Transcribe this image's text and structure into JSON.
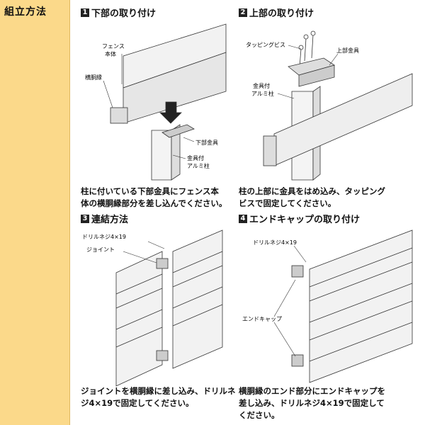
{
  "sidebar": {
    "title": "組立方法"
  },
  "steps": [
    {
      "num": "1",
      "title": "下部の取り付け",
      "caption_line1": "柱に付いている下部金具にフェンス本",
      "caption_line2": "体の横胴縁部分を差し込んでください。",
      "labels": {
        "fence_body_1": "フェンス",
        "fence_body_2": "本体",
        "rail": "横胴縁",
        "lower_bracket": "下部金具",
        "post_1": "金具付",
        "post_2": "アルミ柱"
      }
    },
    {
      "num": "2",
      "title": "上部の取り付け",
      "caption_line1": "柱の上部に金具をはめ込み、タッピング",
      "caption_line2": "ビスで固定してください。",
      "labels": {
        "tapping_screw": "タッピングビス",
        "upper_bracket": "上部金具",
        "post_1": "金具付",
        "post_2": "アルミ柱"
      }
    },
    {
      "num": "3",
      "title": "連結方法",
      "caption_line1": "ジョイントを横胴縁に差し込み、ドリルネ",
      "caption_line2": "ジ4×19で固定してください。",
      "labels": {
        "drill_screw": "ドリルネジ4×19",
        "joint": "ジョイント"
      }
    },
    {
      "num": "4",
      "title": "エンドキャップの取り付け",
      "caption_line1": "横胴縁のエンド部分にエンドキャップを",
      "caption_line2": "差し込み、ドリルネジ4×19で固定して",
      "caption_line3": "ください。",
      "labels": {
        "drill_screw": "ドリルネジ4×19",
        "end_cap": "エンドキャップ"
      }
    }
  ]
}
